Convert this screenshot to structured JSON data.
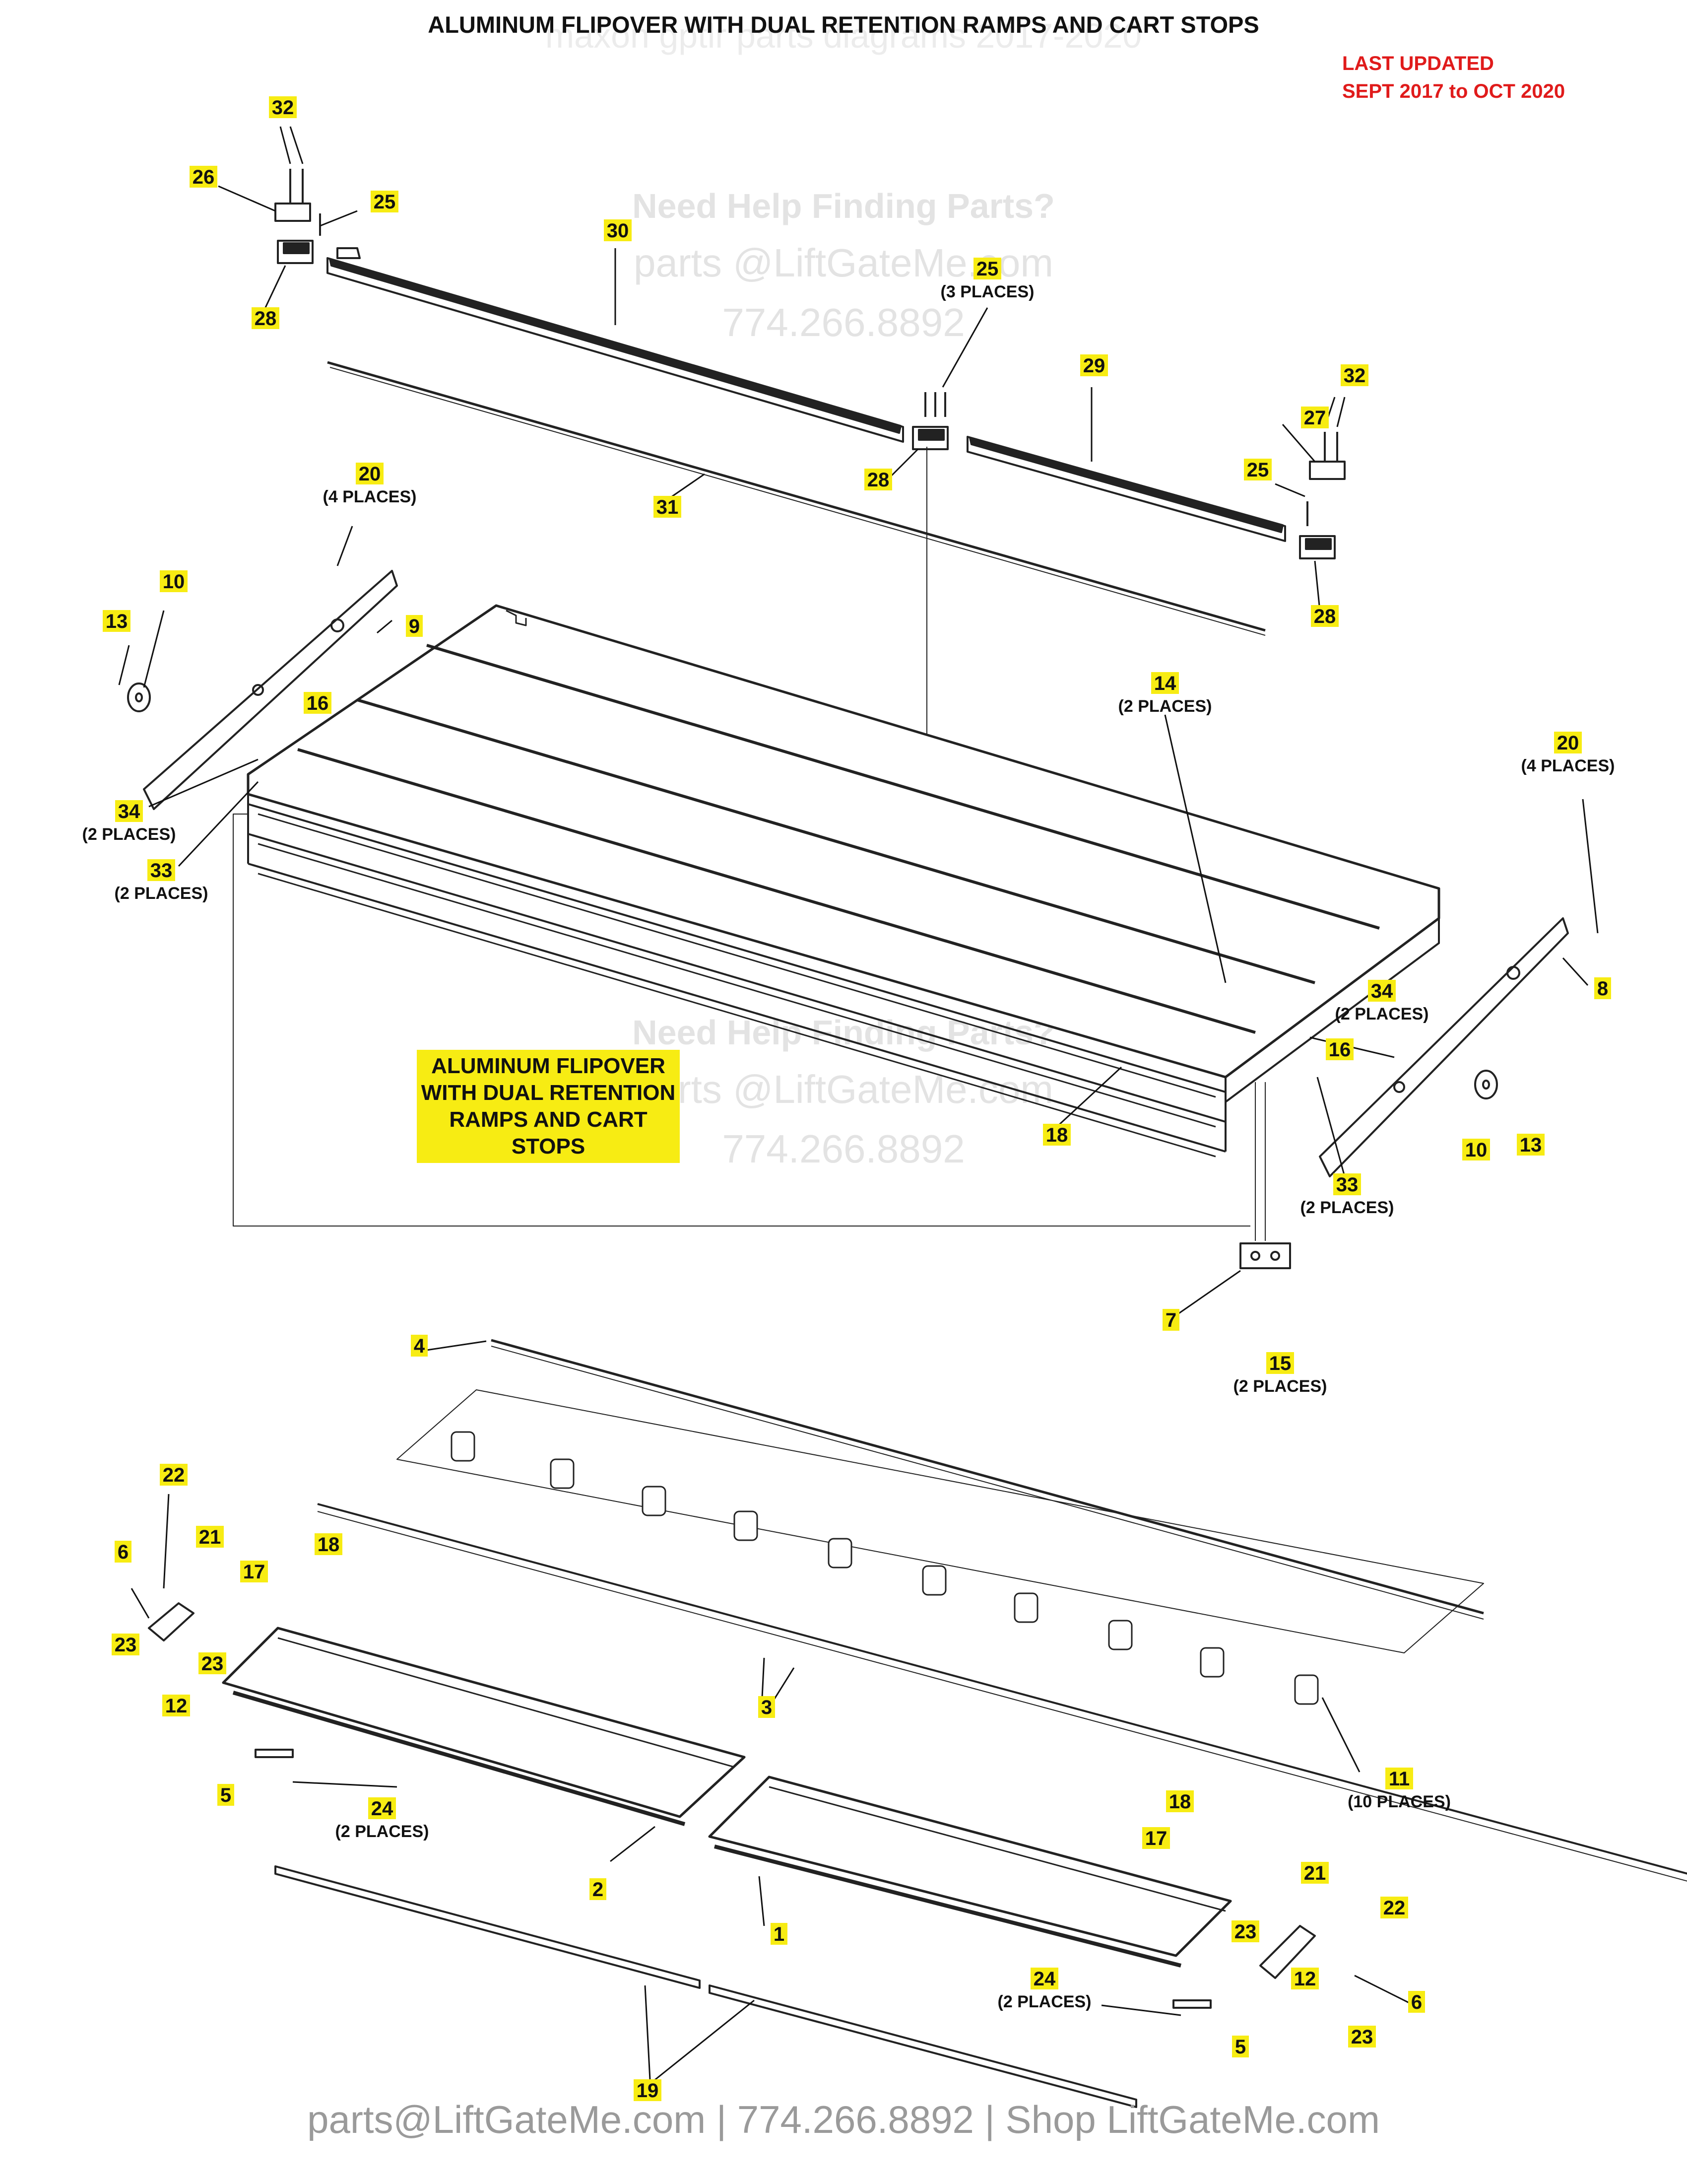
{
  "page": {
    "title": "ALUMINUM FLIPOVER WITH DUAL RETENTION RAMPS AND CART STOPS",
    "watermark_top": "maxon gptlr parts diagrams 2017-2020",
    "last_updated_line1": "LAST UPDATED",
    "last_updated_line2": "SEPT 2017 to OCT 2020",
    "help_heading": "Need Help Finding Parts?",
    "help_email": "parts @LiftGateMe.com",
    "help_phone": "774.266.8892",
    "help_heading_2": "Need Help Finding Parts?",
    "help_email_2": "parts @LiftGateMe.com",
    "help_phone_2": "774.266.8892",
    "assembly_label": "ALUMINUM FLIPOVER WITH DUAL RETENTION RAMPS AND CART STOPS",
    "footer": "parts@LiftGateMe.com | 774.266.8892 | Shop LiftGateMe.com",
    "highlight_color": "#f7ec13",
    "updated_color": "#e01b1b"
  },
  "part_labels": [
    {
      "num": "32",
      "qty": ""
    },
    {
      "num": "26",
      "qty": ""
    },
    {
      "num": "25",
      "qty": ""
    },
    {
      "num": "30",
      "qty": ""
    },
    {
      "num": "28",
      "qty": ""
    },
    {
      "num": "25",
      "qty": "(3 PLACES)"
    },
    {
      "num": "29",
      "qty": ""
    },
    {
      "num": "32",
      "qty": ""
    },
    {
      "num": "27",
      "qty": ""
    },
    {
      "num": "25",
      "qty": ""
    },
    {
      "num": "28",
      "qty": ""
    },
    {
      "num": "31",
      "qty": ""
    },
    {
      "num": "28",
      "qty": ""
    },
    {
      "num": "20",
      "qty": "(4 PLACES)"
    },
    {
      "num": "10",
      "qty": ""
    },
    {
      "num": "13",
      "qty": ""
    },
    {
      "num": "9",
      "qty": ""
    },
    {
      "num": "16",
      "qty": ""
    },
    {
      "num": "34",
      "qty": "(2 PLACES)"
    },
    {
      "num": "33",
      "qty": "(2 PLACES)"
    },
    {
      "num": "14",
      "qty": "(2 PLACES)"
    },
    {
      "num": "20",
      "qty": "(4 PLACES)"
    },
    {
      "num": "8",
      "qty": ""
    },
    {
      "num": "34",
      "qty": "(2 PLACES)"
    },
    {
      "num": "16",
      "qty": ""
    },
    {
      "num": "18",
      "qty": ""
    },
    {
      "num": "10",
      "qty": ""
    },
    {
      "num": "13",
      "qty": ""
    },
    {
      "num": "33",
      "qty": "(2 PLACES)"
    },
    {
      "num": "7",
      "qty": ""
    },
    {
      "num": "15",
      "qty": "(2 PLACES)"
    },
    {
      "num": "4",
      "qty": ""
    },
    {
      "num": "22",
      "qty": ""
    },
    {
      "num": "6",
      "qty": ""
    },
    {
      "num": "21",
      "qty": ""
    },
    {
      "num": "17",
      "qty": ""
    },
    {
      "num": "18",
      "qty": ""
    },
    {
      "num": "23",
      "qty": ""
    },
    {
      "num": "23",
      "qty": ""
    },
    {
      "num": "12",
      "qty": ""
    },
    {
      "num": "3",
      "qty": ""
    },
    {
      "num": "5",
      "qty": ""
    },
    {
      "num": "24",
      "qty": "(2 PLACES)"
    },
    {
      "num": "2",
      "qty": ""
    },
    {
      "num": "11",
      "qty": "(10 PLACES)"
    },
    {
      "num": "1",
      "qty": ""
    },
    {
      "num": "18",
      "qty": ""
    },
    {
      "num": "17",
      "qty": ""
    },
    {
      "num": "21",
      "qty": ""
    },
    {
      "num": "22",
      "qty": ""
    },
    {
      "num": "23",
      "qty": ""
    },
    {
      "num": "24",
      "qty": "(2 PLACES)"
    },
    {
      "num": "12",
      "qty": ""
    },
    {
      "num": "6",
      "qty": ""
    },
    {
      "num": "23",
      "qty": ""
    },
    {
      "num": "5",
      "qty": ""
    },
    {
      "num": "19",
      "qty": ""
    }
  ]
}
